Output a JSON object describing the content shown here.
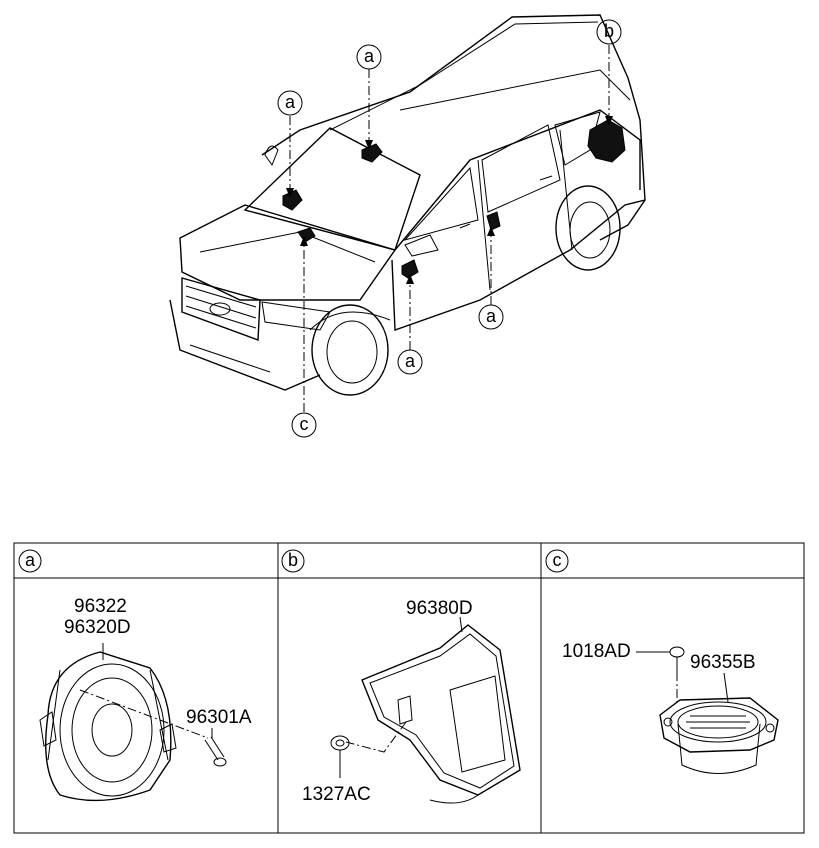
{
  "callouts": {
    "a": "a",
    "b": "b",
    "c": "c"
  },
  "panels": [
    {
      "key": "a",
      "parts": [
        "96322",
        "96320D",
        "96301A"
      ]
    },
    {
      "key": "b",
      "parts": [
        "96380D",
        "1327AC"
      ]
    },
    {
      "key": "c",
      "parts": [
        "1018AD",
        "96355B"
      ]
    }
  ]
}
